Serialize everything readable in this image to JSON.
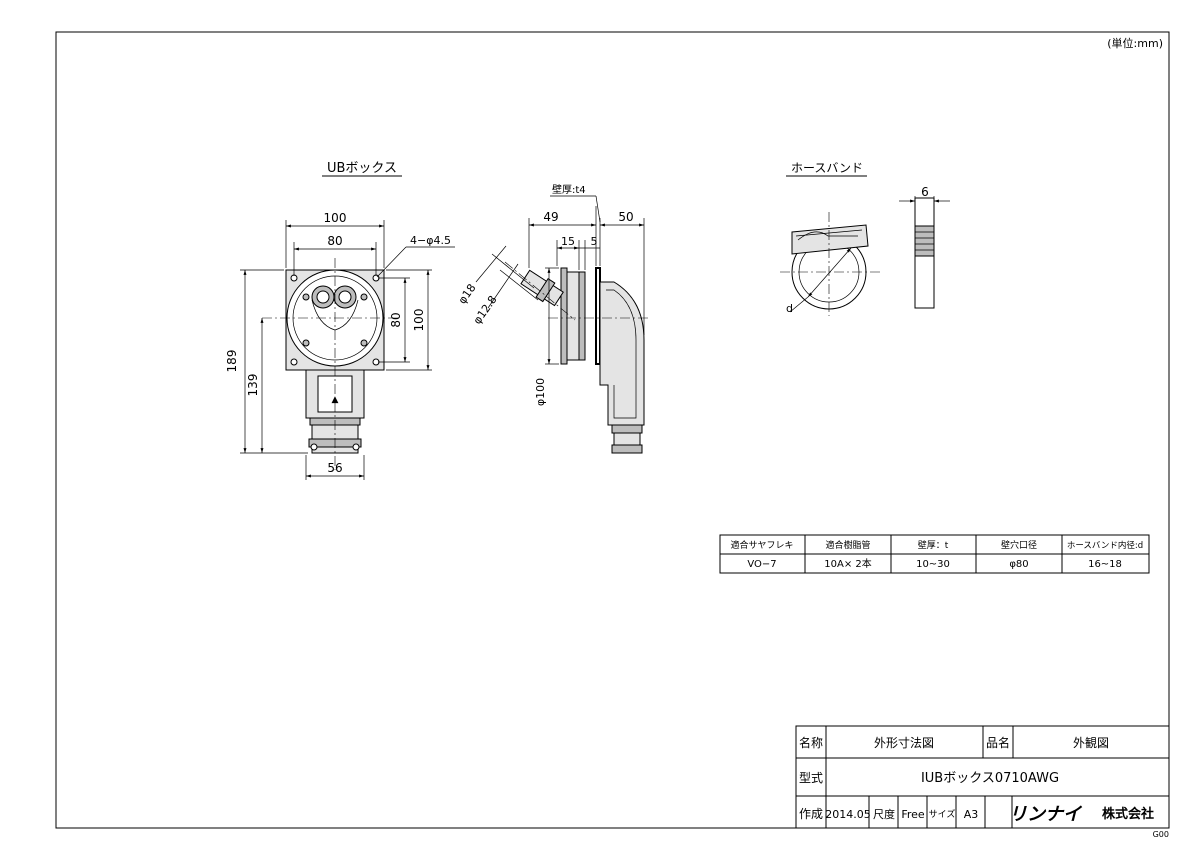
{
  "unit_note": "(単位:mm)",
  "front_view": {
    "title": "UBボックス",
    "dims": {
      "width_outer": "100",
      "width_inner": "80",
      "holes": "4−φ4.5",
      "height_total": "189",
      "height_lower": "139",
      "height_inner": "80",
      "height_outer": "100",
      "bottom_width": "56"
    }
  },
  "side_view": {
    "dims": {
      "wall_thickness": "壁厚:t4",
      "d49": "49",
      "d15": "15",
      "d5": "5",
      "d50": "50",
      "phi18": "φ18",
      "phi12_8": "φ12.8",
      "phi100": "φ100"
    }
  },
  "hose_band": {
    "title": "ホースバンド",
    "width": "6",
    "d_label": "d"
  },
  "spec_table": {
    "headers": [
      "適合サヤフレキ",
      "適合樹脂管",
      "壁厚：t",
      "壁穴口径",
      "ホースバンド内径:d"
    ],
    "values": [
      "VO−7",
      "10A× 2本",
      "10~30",
      "φ80",
      "16~18"
    ]
  },
  "title_block": {
    "name_label": "名称",
    "name_value": "外形寸法図",
    "product_label": "品名",
    "product_value": "外観図",
    "model_label": "型式",
    "model_value": "IUBボックス0710AWG",
    "made_label": "作成",
    "made_value": "2014.05",
    "scale_label": "尺度",
    "scale_value": "Free",
    "size_label": "サイズ",
    "size_value": "A3",
    "company_logo": "リンナイ",
    "company_suffix": "株式会社",
    "sheet_code": "G00"
  }
}
